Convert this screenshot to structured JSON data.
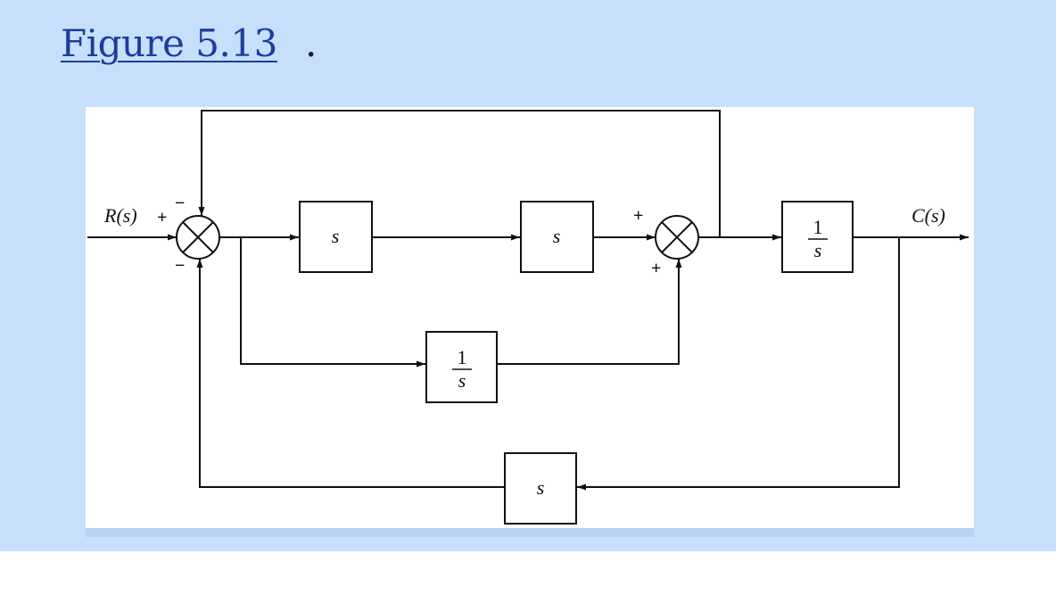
{
  "title": {
    "link_text": "Figure 5.13",
    "trailing_punctuation": ".",
    "link_color": "#1d3c9c"
  },
  "colors": {
    "panel_background": "#c7dffb",
    "diagram_background": "#ffffff",
    "line": "#111111"
  },
  "diagram": {
    "input_label": "R(s)",
    "output_label": "C(s)",
    "blocks": {
      "forward_1": "s",
      "forward_2": "s",
      "output_block": {
        "numerator": "1",
        "denominator": "s"
      },
      "parallel_block": {
        "numerator": "1",
        "denominator": "s"
      },
      "feedback_block": "s"
    },
    "summing_junction_1_signs": {
      "input": "+",
      "top_feedback": "−",
      "bottom_feedback": "−"
    },
    "summing_junction_2_signs": {
      "left": "+",
      "bottom": "+"
    }
  }
}
